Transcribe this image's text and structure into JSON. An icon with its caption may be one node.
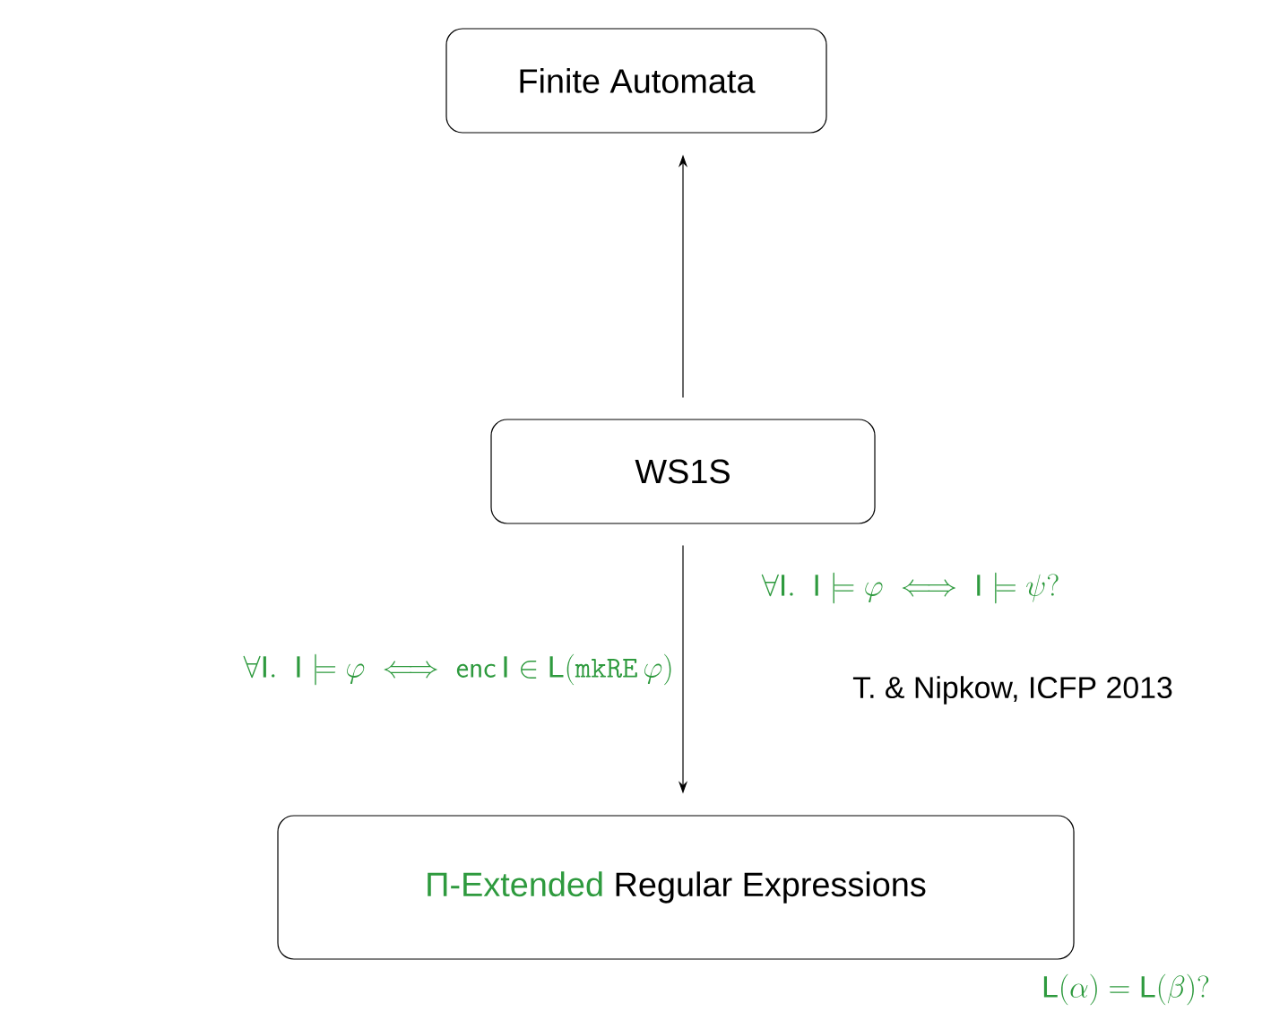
{
  "diagram": {
    "nodes": [
      {
        "text": [
          "Finite Automata"
        ]
      },
      {
        "text": [
          "WS1S"
        ]
      },
      {
        "text": [
          "Π-Extended",
          "Regular Expressions"
        ]
      }
    ],
    "edges": [
      {
        "from": 1,
        "to": 0,
        "arrow": "to"
      },
      {
        "from": 1,
        "to": 2,
        "arrow": "to",
        "label": "\\forall \\mathrm{I}.\\ \\ \\mathrm{I} \\models \\varphi \\iff \\mathsf{enc}\\,\\mathrm{I} \\in \\mathrm{L}(\\mathtt{mkRE}\\,\\varphi)"
      }
    ],
    "labels": [
      "\\forall \\mathrm{I}.\\ \\ \\mathrm{I} \\models \\varphi \\iff \\mathrm{I} \\models \\psi?",
      "T. & Nipkow, ICFP 2013",
      "\\mathrm{L}(\\alpha) = \\mathrm{L}(\\beta)?"
    ]
  }
}
